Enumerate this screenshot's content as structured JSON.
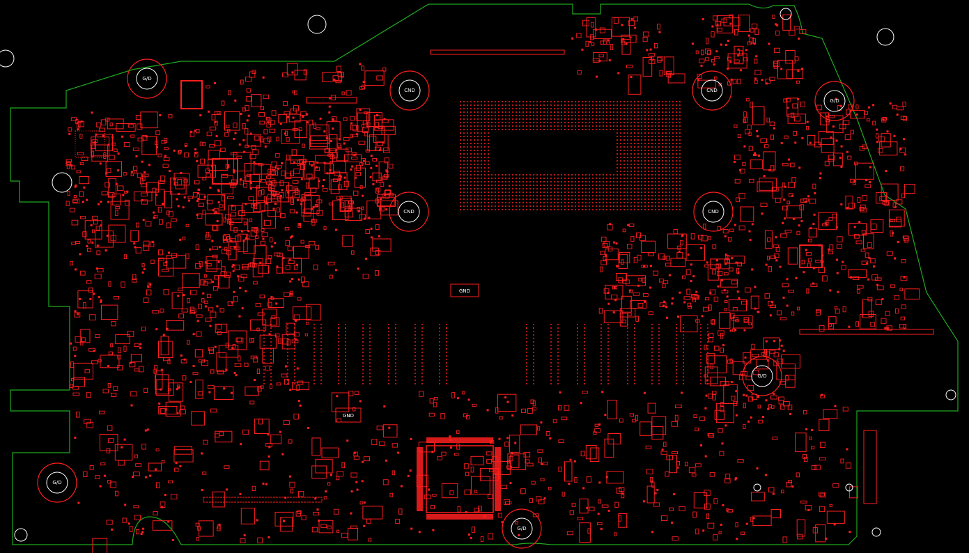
{
  "view": {
    "background": "#000000",
    "outline_color": "#1faa1f",
    "component_color": "#ff1e1e",
    "hole_color": "#ffffff"
  },
  "labels": {
    "gnd": "GND",
    "gnd_alt": "CND",
    "gnd_short": "G/D"
  }
}
